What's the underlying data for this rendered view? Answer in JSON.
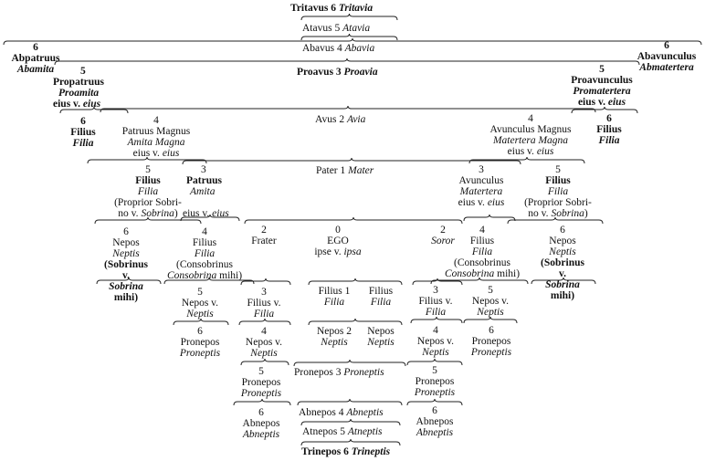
{
  "tree": {
    "tritavus": {
      "degree": "6",
      "male": "Tritavus",
      "female": "Tritavia"
    },
    "atavus": {
      "degree": "5",
      "male": "Atavus",
      "female": "Atavia"
    },
    "abavus": {
      "degree": "4",
      "male": "Abavus",
      "female": "Abavia"
    },
    "proavus": {
      "degree": "3",
      "male": "Proavus",
      "female": "Proavia"
    },
    "avus": {
      "degree": "2",
      "male": "Avus",
      "female": "Avia"
    },
    "pater": {
      "degree": "1",
      "male": "Pater",
      "female": "Mater"
    },
    "ego": {
      "degree": "0",
      "label": "EGO",
      "line2": "ipse v. ipsa"
    },
    "abpatruus": {
      "degree": "6",
      "male": "Abpatruus",
      "female": "Abamita"
    },
    "abavunculus": {
      "degree": "6",
      "male": "Abavunculus",
      "female": "Abmatertera"
    },
    "propatruus": {
      "degree": "5",
      "male": "Propatruus",
      "female": "Proamita",
      "suffix": "eius v. eius"
    },
    "proavunculus": {
      "degree": "5",
      "male": "Proavunculus",
      "female": "Promatertera",
      "suffix": "eius v. eius"
    },
    "filius6_left": {
      "degree": "6",
      "male": "Filius",
      "female": "Filia"
    },
    "filius6_right": {
      "degree": "6",
      "male": "Filius",
      "female": "Filia"
    },
    "patruus_magnus": {
      "degree": "4",
      "male": "Patruus Magnus",
      "female": "Amita Magna",
      "suffix": "eius v. eius"
    },
    "avunculus_magnus": {
      "degree": "4",
      "male": "Avunculus Magnus",
      "female": "Matertera Magna",
      "suffix": "eius v. eius"
    },
    "filius5_left": {
      "degree": "5",
      "male": "Filius",
      "female": "Filia",
      "l3": "(Proprior Sobri-",
      "l4": "no v. Sobrina)"
    },
    "filius5_right": {
      "degree": "5",
      "male": "Filius",
      "female": "Filia",
      "l3": "(Proprior Sobri-",
      "l4": "no v. Sobrina)"
    },
    "patruus": {
      "degree": "3",
      "male": "Patruus",
      "female": "Amita",
      "suffix": "eius v. eius"
    },
    "avunculus": {
      "degree": "3",
      "male": "Avunculus",
      "female": "Matertera",
      "suffix": "eius v. eius"
    },
    "nepos6_left": {
      "degree": "6",
      "male": "Nepos",
      "female": "Neptis",
      "l3": "(Sobrinus",
      "l4": "v.",
      "l5": "Sobrina",
      "l6": "mihi)"
    },
    "nepos6_right": {
      "degree": "6",
      "male": "Nepos",
      "female": "Neptis",
      "l3": "(Sobrinus",
      "l4": "v.",
      "l5": "Sobrina",
      "l6": "mihi)"
    },
    "filius4_left": {
      "degree": "4",
      "male": "Filius",
      "female": "Filia",
      "l3": "(Consobrinus",
      "l4": "Consobrina mihi)"
    },
    "filius4_right": {
      "degree": "4",
      "male": "Filius",
      "female": "Filia",
      "l3": "(Consobrinus",
      "l4": "Consobrina mihi)"
    },
    "frater": {
      "degree": "2",
      "male": "Frater"
    },
    "soror": {
      "degree": "2",
      "female": "Soror"
    },
    "nepos5_left": {
      "degree": "5",
      "male": "Nepos v.",
      "female": "Neptis"
    },
    "nepos5_right": {
      "degree": "5",
      "male": "Nepos v.",
      "female": "Neptis"
    },
    "filius3_left": {
      "degree": "3",
      "male": "Filius v.",
      "female": "Filia"
    },
    "filius3_right": {
      "degree": "3",
      "male": "Filius v.",
      "female": "Filia"
    },
    "pronepos6_left": {
      "degree": "6",
      "male": "Pronepos",
      "female": "Proneptis"
    },
    "pronepos6_right": {
      "degree": "6",
      "male": "Pronepos",
      "female": "Proneptis"
    },
    "nepos4_left": {
      "degree": "4",
      "male": "Nepos v.",
      "female": "Neptis"
    },
    "nepos4_right": {
      "degree": "4",
      "male": "Nepos v.",
      "female": "Neptis"
    },
    "pronepos5_left": {
      "degree": "5",
      "male": "Pronepos",
      "female": "Proneptis"
    },
    "pronepos5_right": {
      "degree": "5",
      "male": "Pronepos",
      "female": "Proneptis"
    },
    "abnepos6_left": {
      "degree": "6",
      "male": "Abnepos",
      "female": "Abneptis"
    },
    "abnepos6_right": {
      "degree": "6",
      "male": "Abnepos",
      "female": "Abneptis"
    },
    "filius1": {
      "degree": "1",
      "male": "Filius",
      "female": "Filia"
    },
    "nepos2": {
      "degree": "2",
      "male": "Nepos",
      "female": "Neptis"
    },
    "pronepos3": {
      "degree": "3",
      "male": "Pronepos",
      "female": "Proneptis"
    },
    "abnepos4": {
      "degree": "4",
      "male": "Abnepos",
      "female": "Abneptis"
    },
    "atnepos5": {
      "degree": "5",
      "male": "Atnepos",
      "female": "Atneptis"
    },
    "trinepos6": {
      "degree": "6",
      "male": "Trinepos",
      "female": "Trineptis"
    }
  }
}
